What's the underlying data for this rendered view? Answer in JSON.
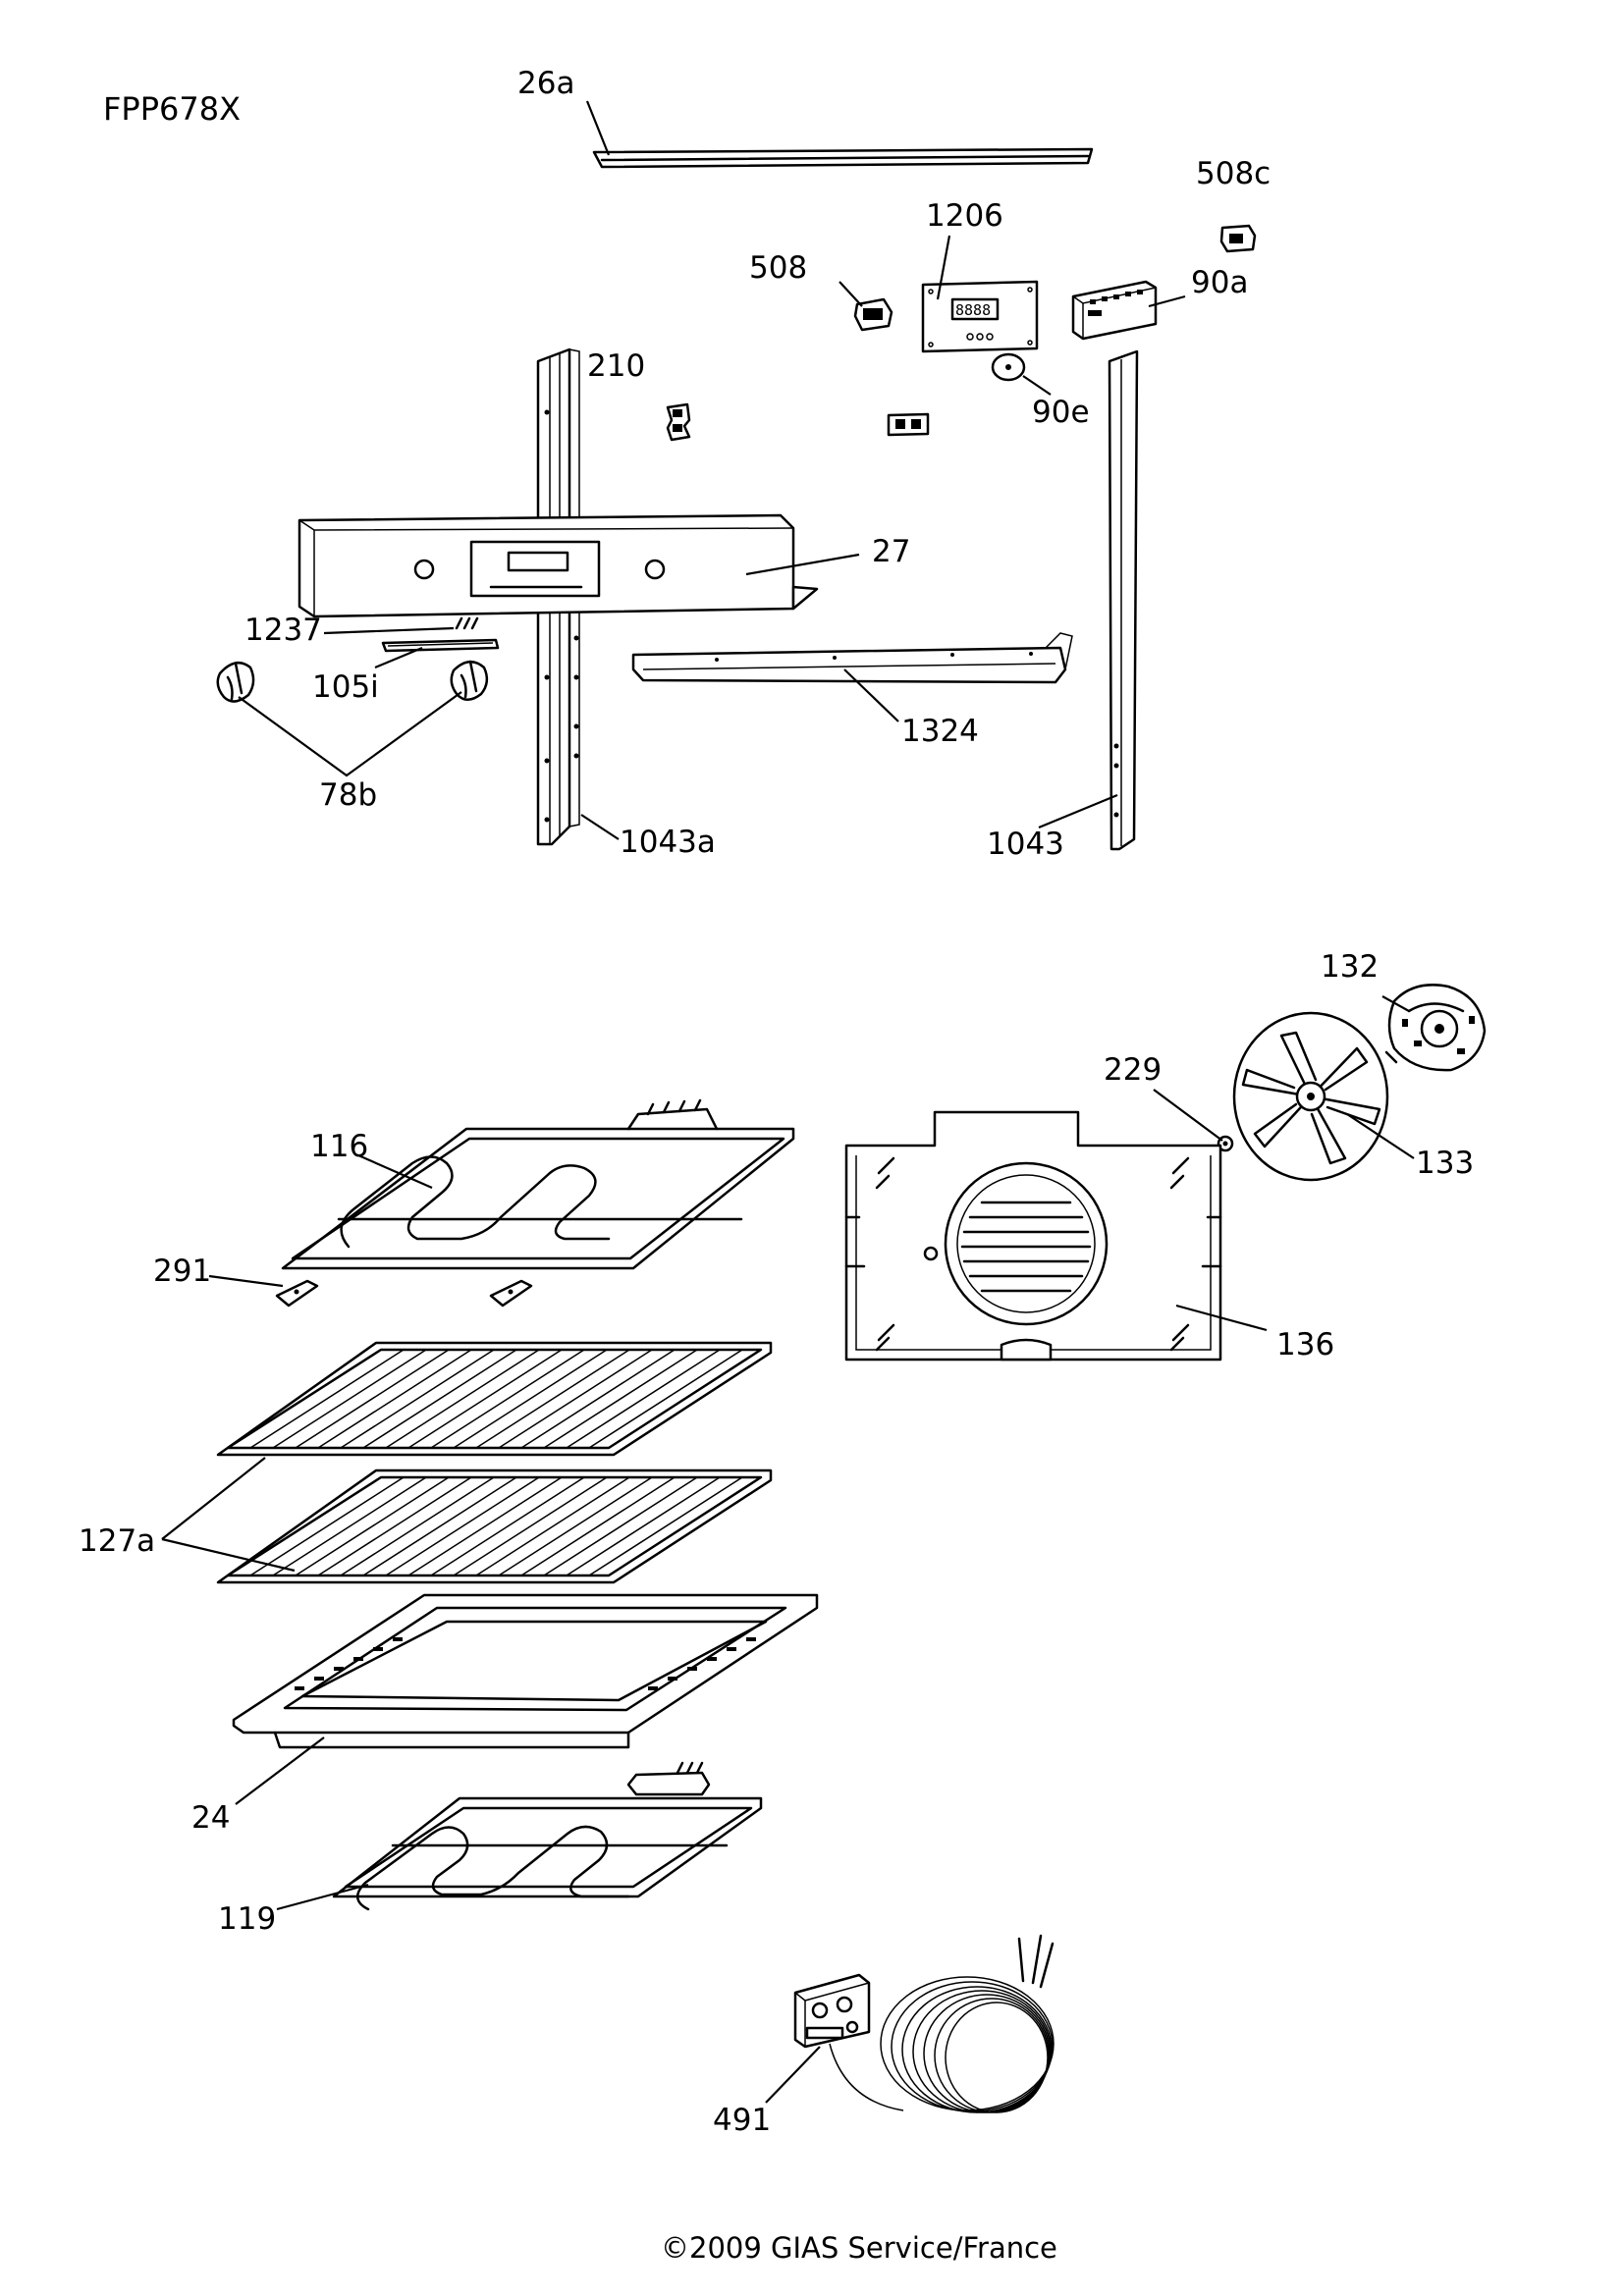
{
  "model": "FPP678X",
  "footer": "©2009 GIAS Service/France",
  "parts": [
    "26a",
    "508c",
    "1206",
    "508",
    "90a",
    "210",
    "90e",
    "27",
    "1237",
    "105i",
    "1324",
    "78b",
    "1043a",
    "1043",
    "132",
    "229",
    "116",
    "133",
    "291",
    "136",
    "127a",
    "24",
    "119",
    "491"
  ],
  "display_digits": "8888"
}
